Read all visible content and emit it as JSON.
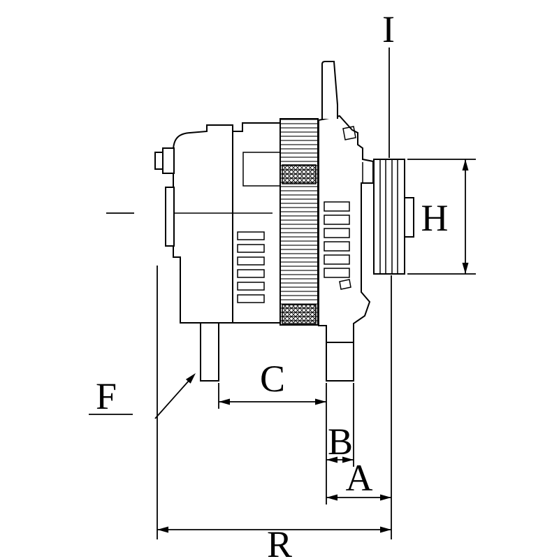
{
  "colors": {
    "background": "#ffffff",
    "line": "#000000"
  },
  "drawing": {
    "subject": "alternator side-view technical drawing with dimension annotations"
  },
  "labels": {
    "i": "I",
    "h": "H",
    "f": "F",
    "c": "C",
    "b": "B",
    "a": "A",
    "r": "R"
  }
}
